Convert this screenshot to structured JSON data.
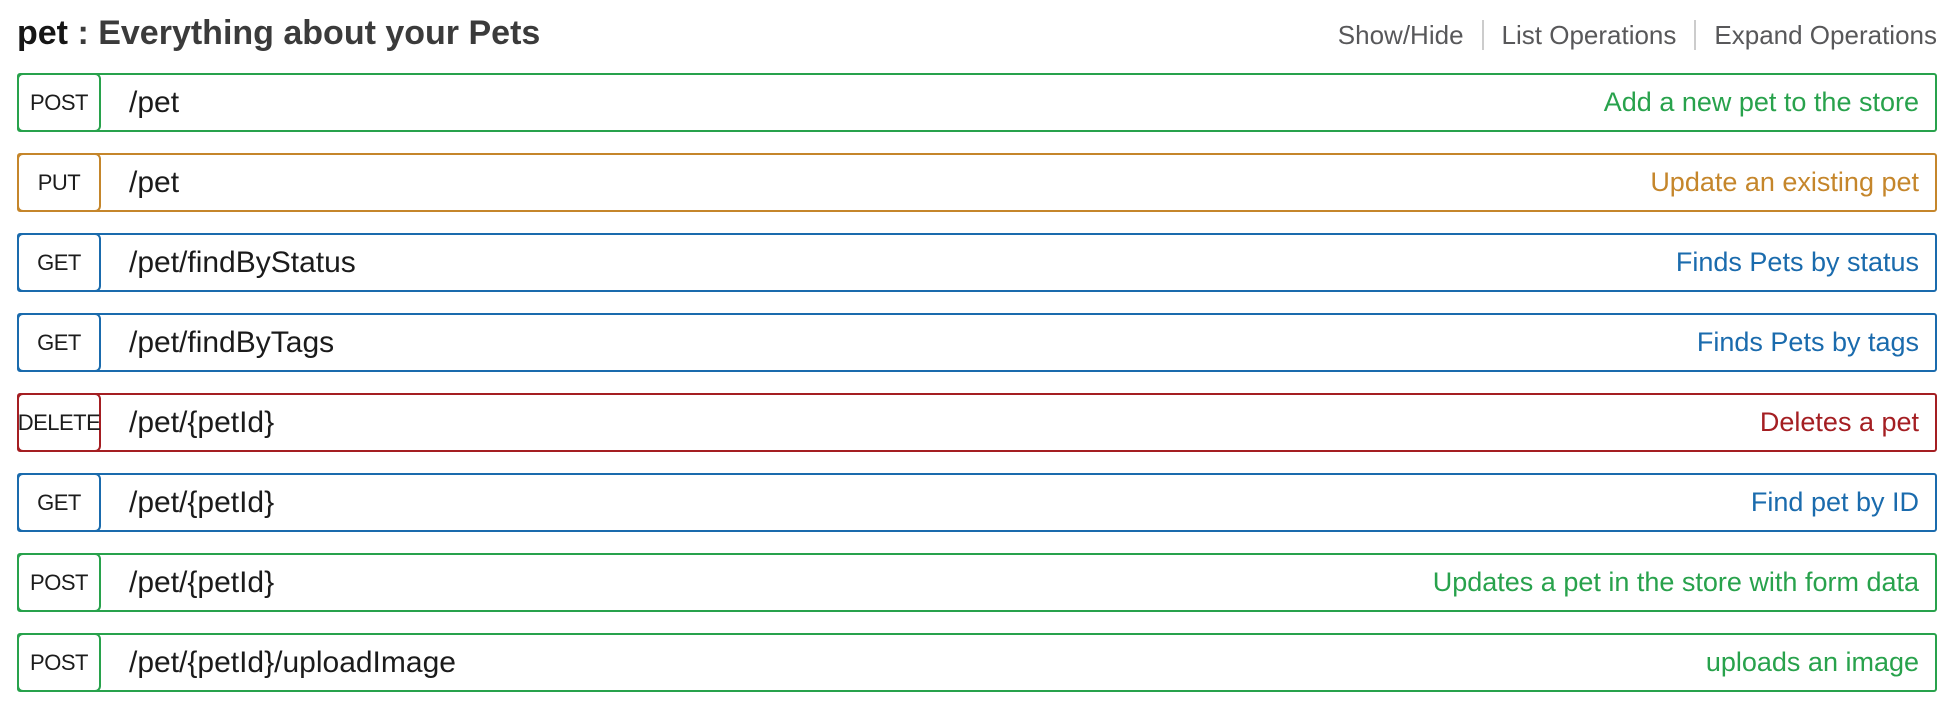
{
  "header": {
    "tag": "pet",
    "separator": " : ",
    "description": "Everything about your Pets",
    "links": [
      {
        "label": "Show/Hide"
      },
      {
        "label": "List Operations"
      },
      {
        "label": "Expand Operations"
      }
    ]
  },
  "colors": {
    "get": "#1a6bad",
    "post": "#28a24c",
    "put": "#c5862b",
    "delete": "#a41e22"
  },
  "operations": [
    {
      "method": "POST",
      "path": "/pet",
      "summary": "Add a new pet to the store",
      "color_key": "post"
    },
    {
      "method": "PUT",
      "path": "/pet",
      "summary": "Update an existing pet",
      "color_key": "put"
    },
    {
      "method": "GET",
      "path": "/pet/findByStatus",
      "summary": "Finds Pets by status",
      "color_key": "get"
    },
    {
      "method": "GET",
      "path": "/pet/findByTags",
      "summary": "Finds Pets by tags",
      "color_key": "get"
    },
    {
      "method": "DELETE",
      "path": "/pet/{petId}",
      "summary": "Deletes a pet",
      "color_key": "delete"
    },
    {
      "method": "GET",
      "path": "/pet/{petId}",
      "summary": "Find pet by ID",
      "color_key": "get"
    },
    {
      "method": "POST",
      "path": "/pet/{petId}",
      "summary": "Updates a pet in the store with form data",
      "color_key": "post"
    },
    {
      "method": "POST",
      "path": "/pet/{petId}/uploadImage",
      "summary": "uploads an image",
      "color_key": "post"
    }
  ]
}
